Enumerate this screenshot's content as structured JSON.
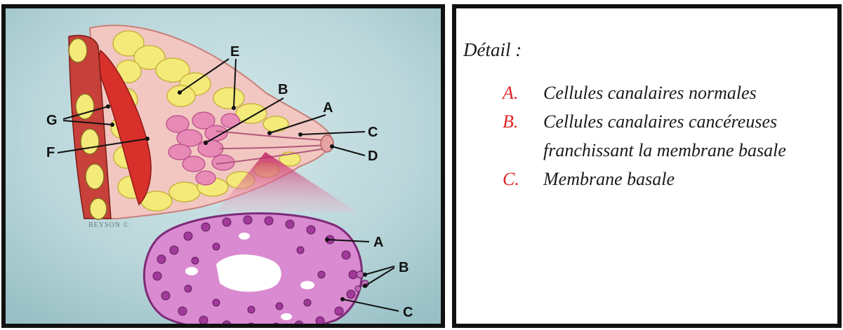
{
  "diagram": {
    "labels": {
      "E": "E",
      "B": "B",
      "A": "A",
      "C": "C",
      "D": "D",
      "G": "G",
      "F": "F",
      "A2": "A",
      "B2": "B",
      "C2": "C"
    },
    "credit": "BEYSON ©",
    "colors": {
      "background": "#b9d6da",
      "skin": "#f2c7c1",
      "fat": "#f3ea7a",
      "muscle": "#d8302a",
      "lobules": "#e88ab6",
      "cells": "#a13a9a"
    }
  },
  "detail": {
    "title": "Détail :",
    "items": [
      {
        "letter": "A.",
        "text": "Cellules canalaires normales"
      },
      {
        "letter": "B.",
        "text": "Cellules canalaires cancéreuses franchissant la membrane basale"
      },
      {
        "letter": "C.",
        "text": "Membrane basale"
      }
    ],
    "letter_color": "#e02424"
  }
}
